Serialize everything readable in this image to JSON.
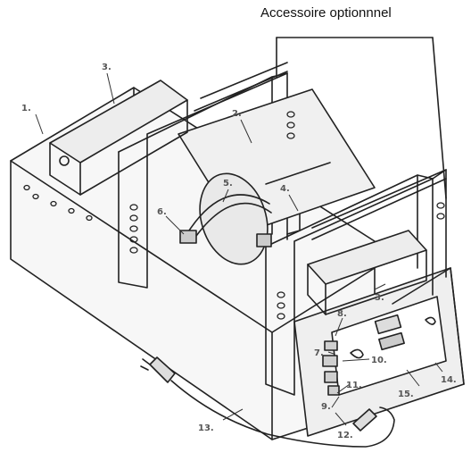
{
  "header": {
    "accessory_caption": "Accessoire optionnnel"
  },
  "callouts": {
    "c1": "1.",
    "c2": "2.",
    "c3a": "3.",
    "c3b": "3.",
    "c4": "4.",
    "c5": "5.",
    "c6": "6.",
    "c7": "7.",
    "c8": "8.",
    "c9": "9.",
    "c10": "10.",
    "c11": "11.",
    "c12": "12.",
    "c13": "13.",
    "c14": "14.",
    "c15": "15."
  },
  "colors": {
    "line": "#222222",
    "label": "#555555",
    "face": "#f7f7f7",
    "shade": "#e6e6e6"
  }
}
